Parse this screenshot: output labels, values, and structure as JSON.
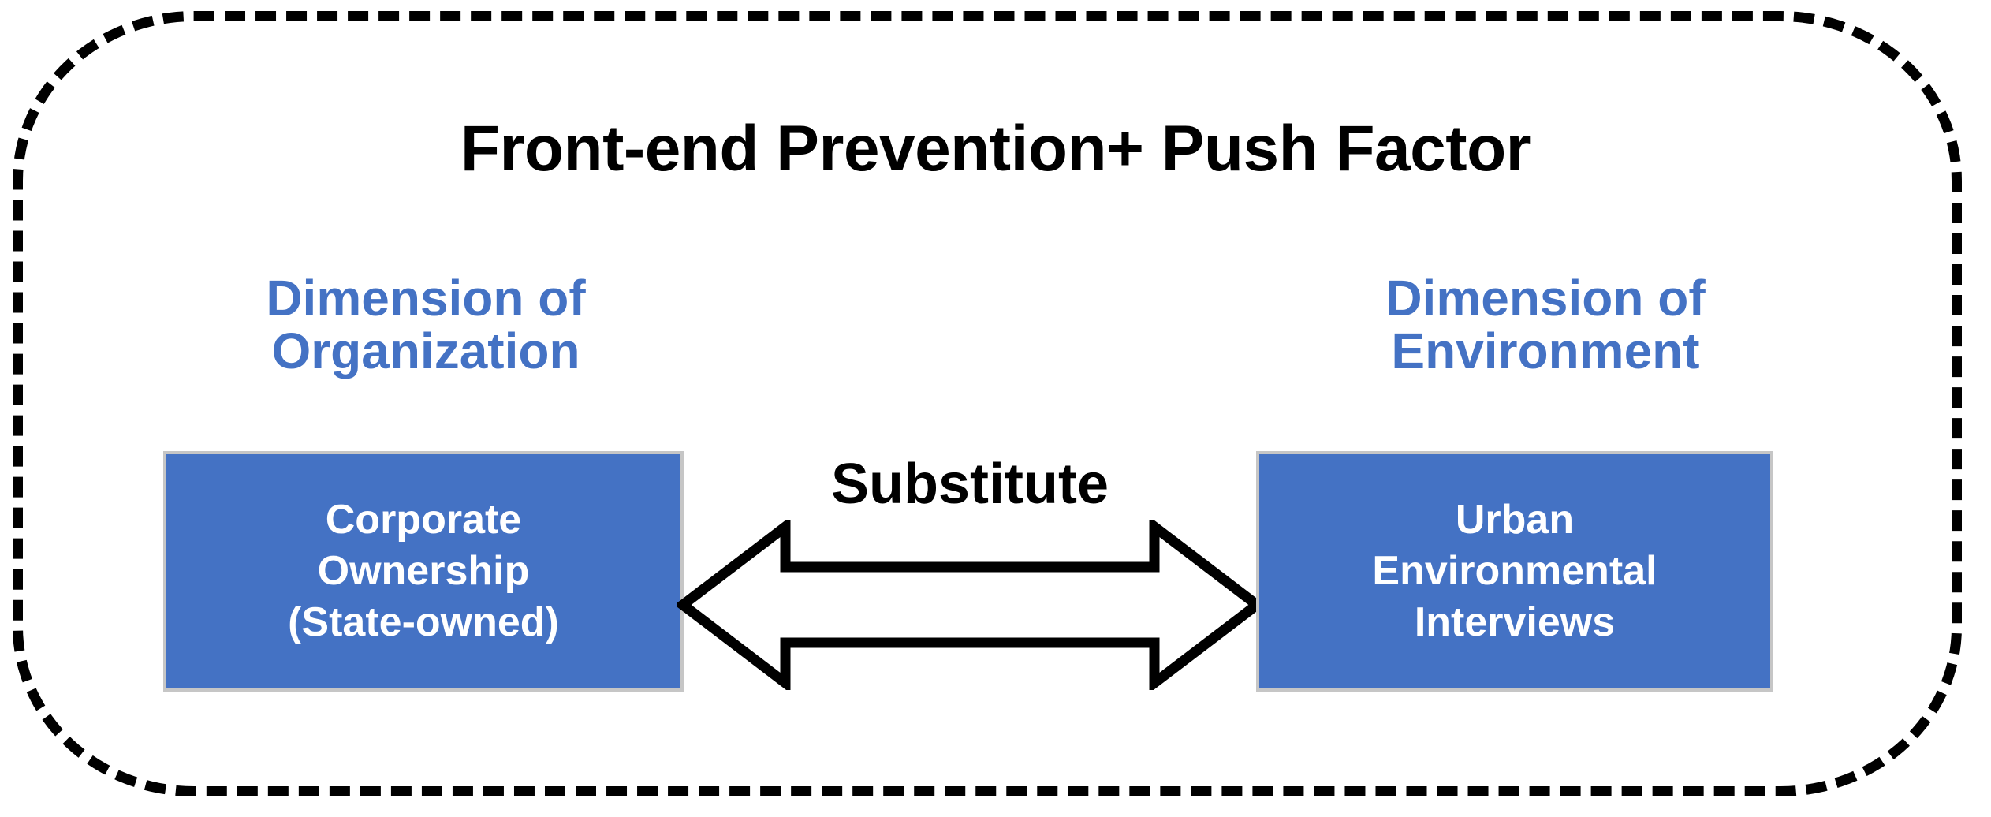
{
  "frame": {
    "name": "dashed-rounded-container",
    "border_color": "#000000",
    "border_style": "dashed"
  },
  "title": {
    "text": "Front-end Prevention+ Push Factor",
    "color": "#000000"
  },
  "colors": {
    "accent_blue": "#4472C4",
    "box_border_gray": "#C6C6C6",
    "text_white": "#FFFFFF",
    "text_black": "#000000"
  },
  "columns": {
    "left": {
      "heading_line1": "Dimension of",
      "heading_line2": "Organization",
      "box": {
        "line1": "Corporate",
        "line2": "Ownership",
        "line3": "(State-owned)"
      }
    },
    "right": {
      "heading_line1": "Dimension of",
      "heading_line2": "Environment",
      "box": {
        "line1": "Urban",
        "line2": "Environmental",
        "line3": "Interviews"
      }
    }
  },
  "connector": {
    "label": "Substitute",
    "icon": "double-headed-arrow",
    "direction": "bidirectional",
    "fill": "#FFFFFF",
    "stroke": "#000000"
  }
}
